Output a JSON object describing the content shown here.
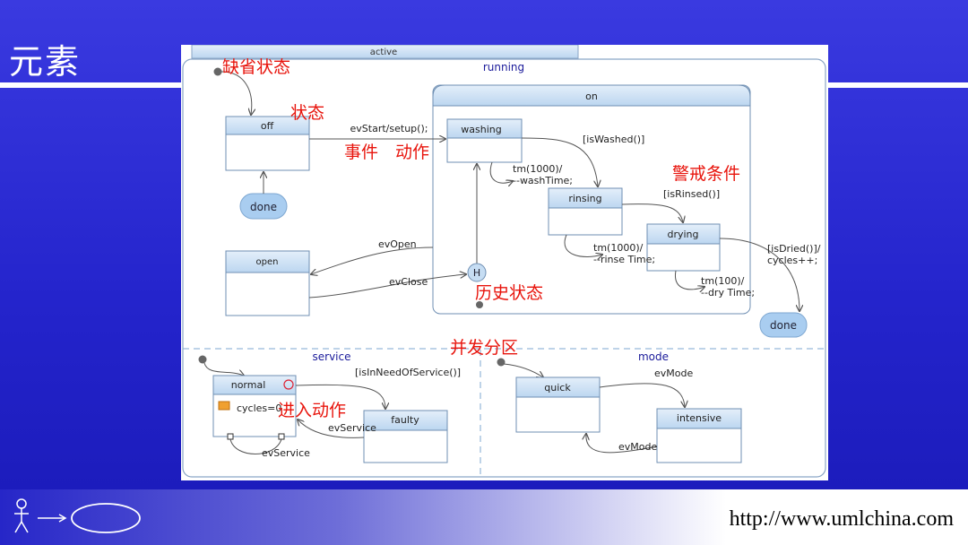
{
  "slide": {
    "title": "元素",
    "footer_url": "http://www.umlchina.com"
  },
  "diagram": {
    "tab_label": "active",
    "regions": {
      "running": "running",
      "service": "service",
      "mode": "mode"
    },
    "states": {
      "on": "on",
      "off": "off",
      "open": "open",
      "washing": "washing",
      "rinsing": "rinsing",
      "drying": "drying",
      "done_left": "done",
      "done_right": "done",
      "normal": "normal",
      "normal_attr": "cycles=0",
      "faulty": "faulty",
      "quick": "quick",
      "intensive": "intensive"
    },
    "transitions": {
      "evstart": "evStart/setup();",
      "is_washed": "[isWashed()]",
      "tm_wash_1": "tm(1000)/",
      "tm_wash_2": "--washTime;",
      "is_rinsed": "[isRinsed()]",
      "tm_rinse_1": "tm(1000)/",
      "tm_rinse_2": "--rinse Time;",
      "tm_dry_1": "tm(100)/",
      "tm_dry_2": "--dry Time;",
      "is_dried_1": "[isDried()]/",
      "is_dried_2": "cycles++;",
      "evopen": "evOpen",
      "evclose": "evClose",
      "history": "H",
      "need_service": "[isInNeedOfService()]",
      "evservice_1": "evService",
      "evservice_2": "evService",
      "evmode_1": "evMode",
      "evmode_2": "evMode"
    },
    "annotations": {
      "default_state": "缺省状态",
      "state": "状态",
      "event": "事件",
      "action": "动作",
      "guard": "警戒条件",
      "history_state": "历史状态",
      "concurrent": "并发分区",
      "entry_action": "进入动作"
    },
    "colors": {
      "annotation": "#e8140c",
      "region_label": "#1a1a9a",
      "state_header": "#c9dff5",
      "state_border": "#6f8fb3",
      "pill": "#a9cdf0"
    }
  }
}
